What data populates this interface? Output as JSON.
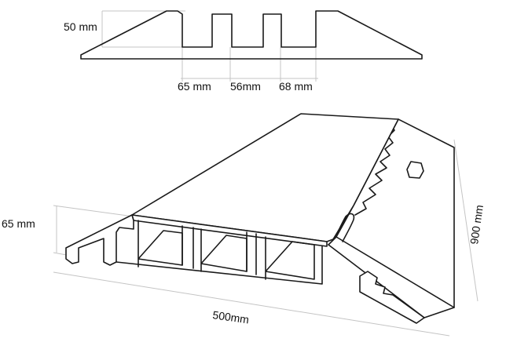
{
  "cross_section": {
    "height_label": "50 mm",
    "channel_labels": [
      "65 mm",
      "56mm",
      "68 mm"
    ]
  },
  "isometric": {
    "height_label": "65 mm",
    "length_label": "500mm",
    "width_label": "900 mm"
  },
  "colors": {
    "line": "#1a1a1a",
    "dimension_line": "#c4c4c4",
    "background": "#ffffff"
  }
}
